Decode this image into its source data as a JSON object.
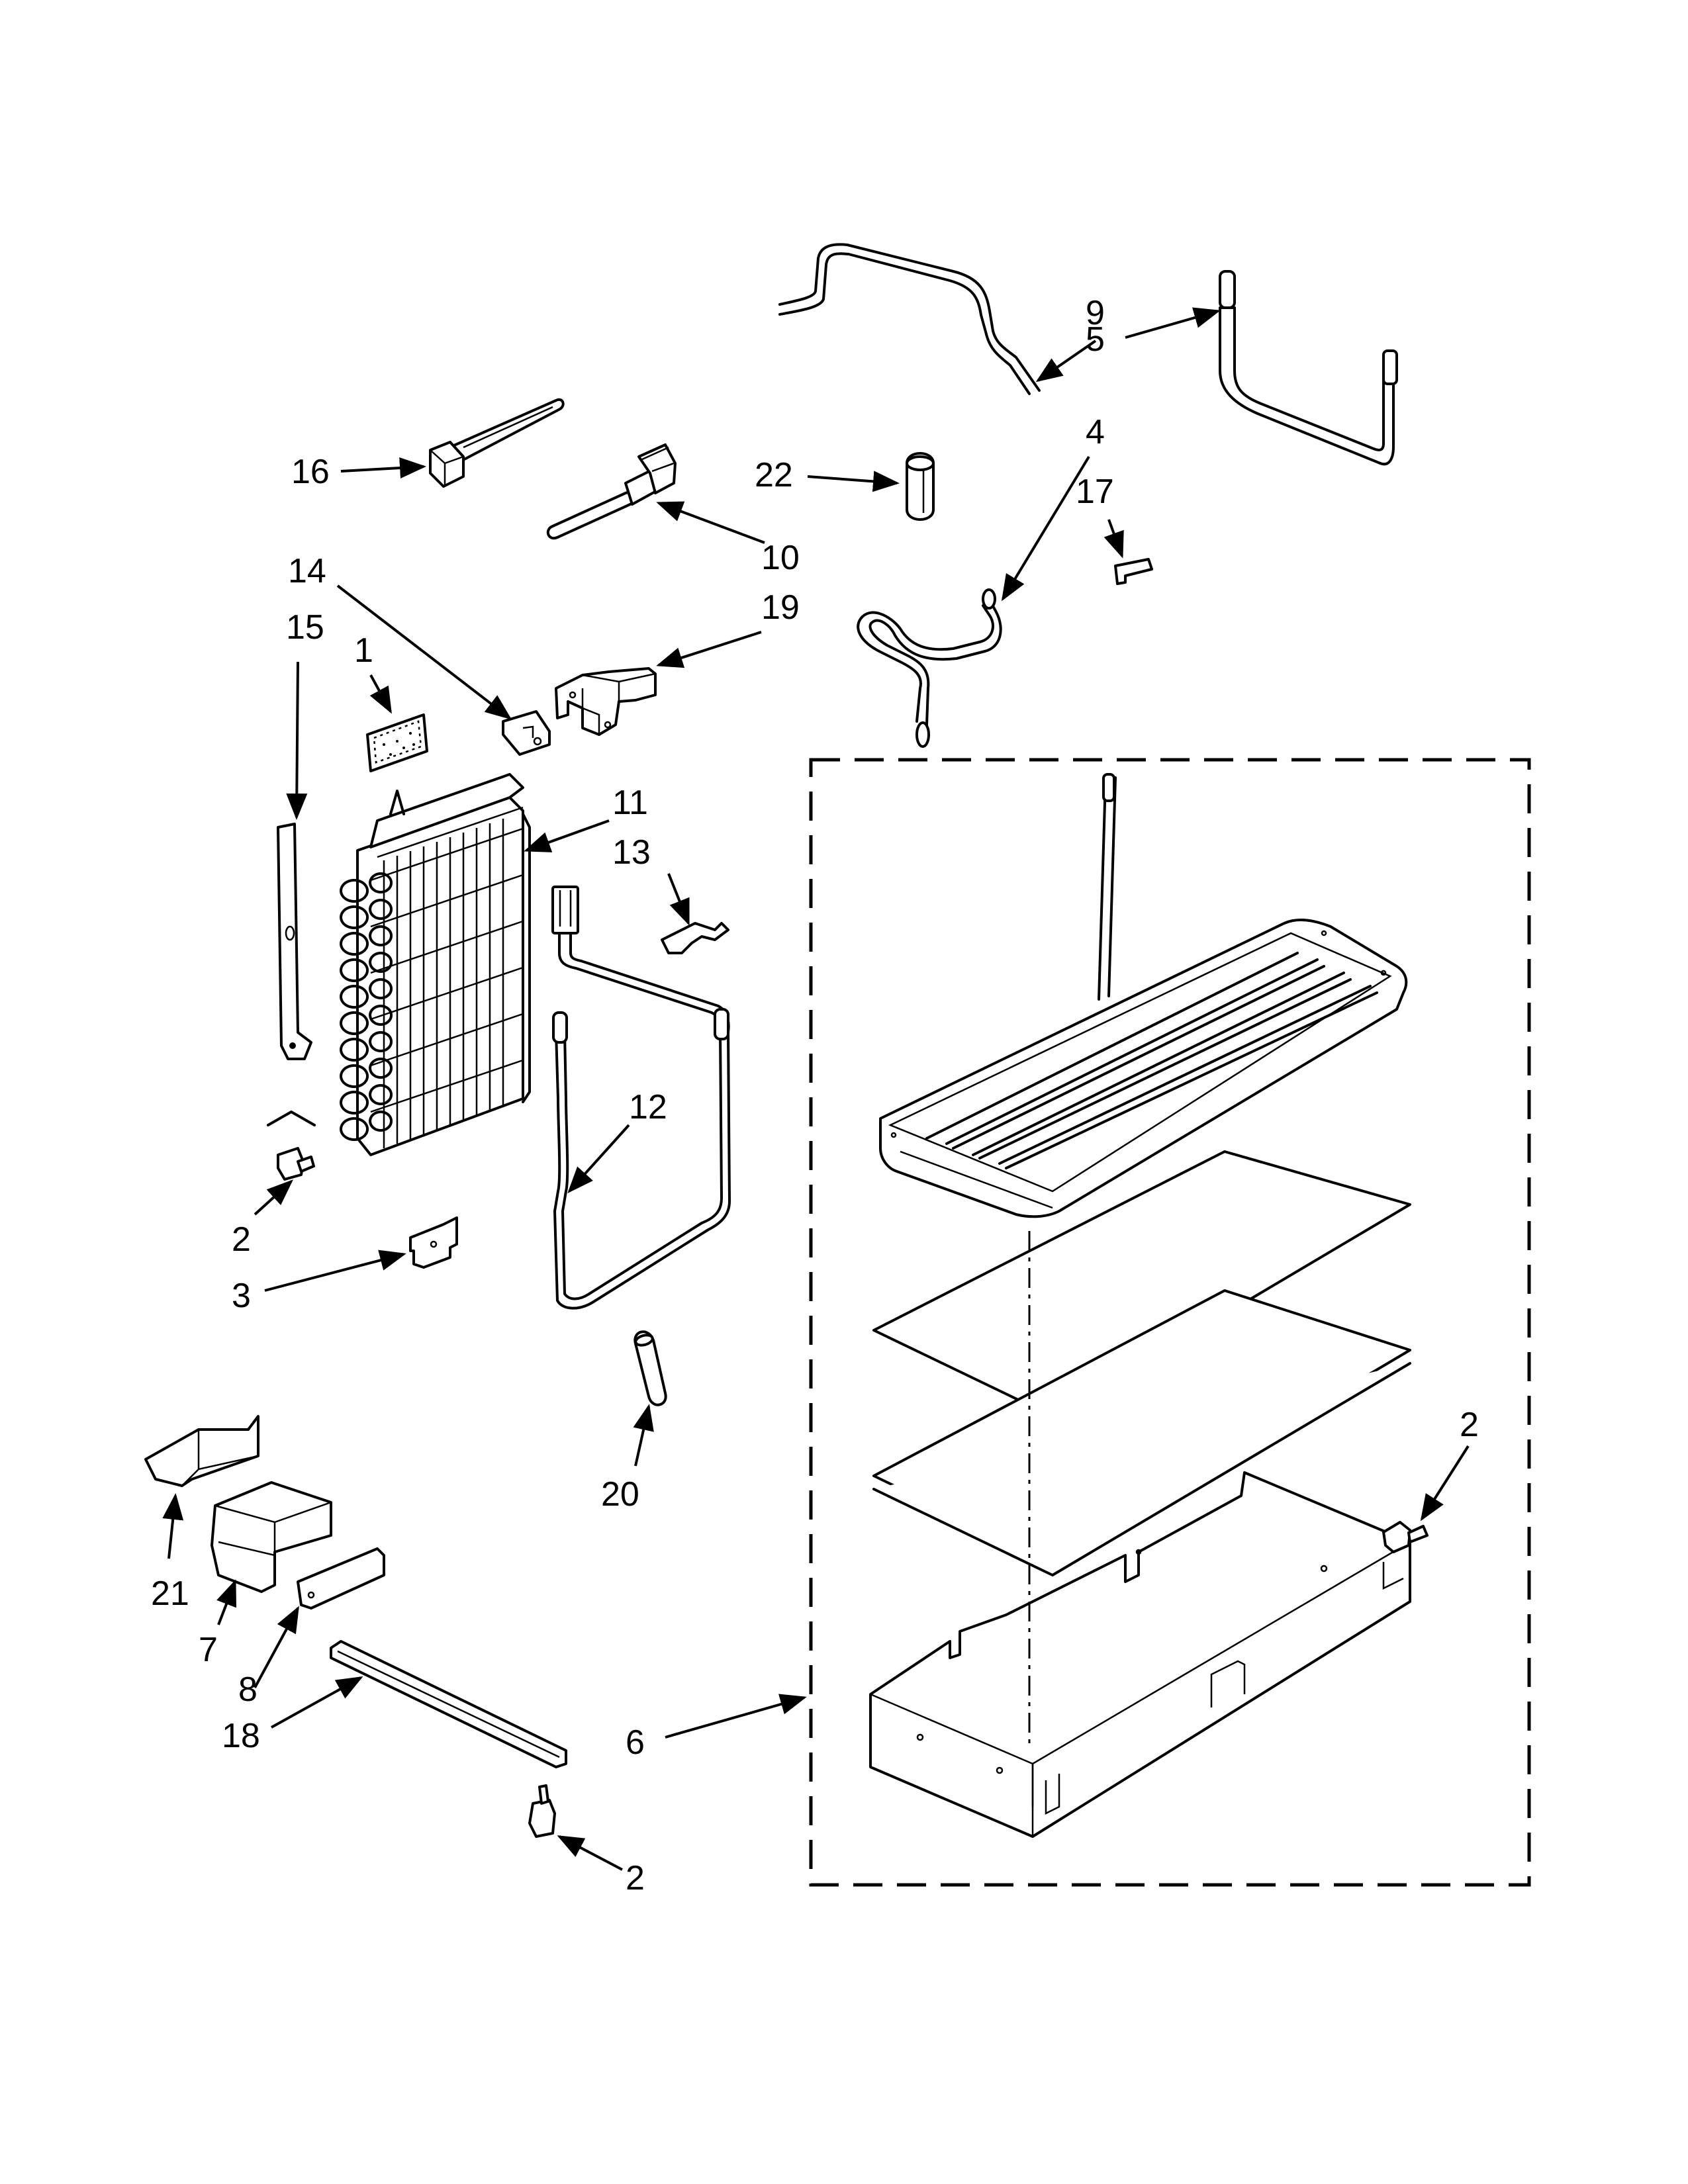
{
  "diagram": {
    "callouts": {
      "c1": "1",
      "c2a": "2",
      "c2b": "2",
      "c2c": "2",
      "c3": "3",
      "c4": "4",
      "c5": "5",
      "c6": "6",
      "c7": "7",
      "c8": "8",
      "c9": "9",
      "c10": "10",
      "c11": "11",
      "c12": "12",
      "c13": "13",
      "c14": "14",
      "c15": "15",
      "c16": "16",
      "c17": "17",
      "c18": "18",
      "c19": "19",
      "c20": "20",
      "c21": "21",
      "c22": "22"
    }
  }
}
